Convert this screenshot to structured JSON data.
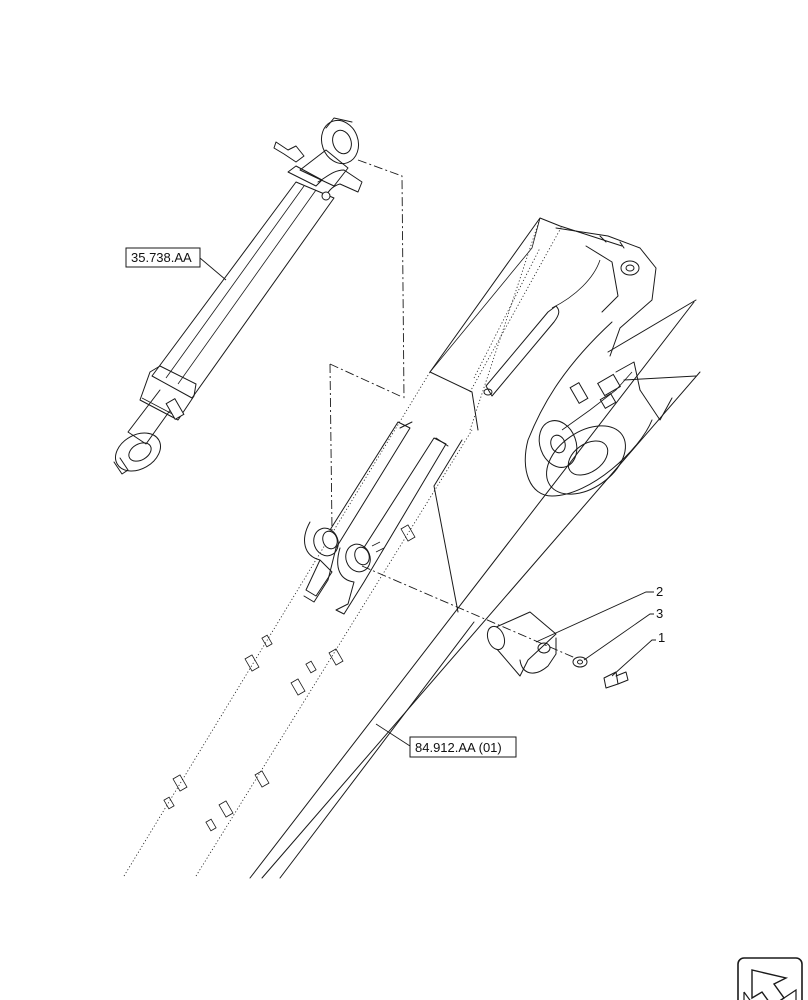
{
  "callouts": [
    {
      "id": "callout-2",
      "number": "2"
    },
    {
      "id": "callout-3",
      "number": "3"
    },
    {
      "id": "callout-1",
      "number": "1"
    }
  ],
  "references": {
    "cylinder_ref": "35.738.AA",
    "arm_ref": "84.912.AA (01)"
  },
  "icons": {
    "navigation": "arrow-icon"
  },
  "colors": {
    "line": "#1a1a1a",
    "background": "#ffffff"
  }
}
